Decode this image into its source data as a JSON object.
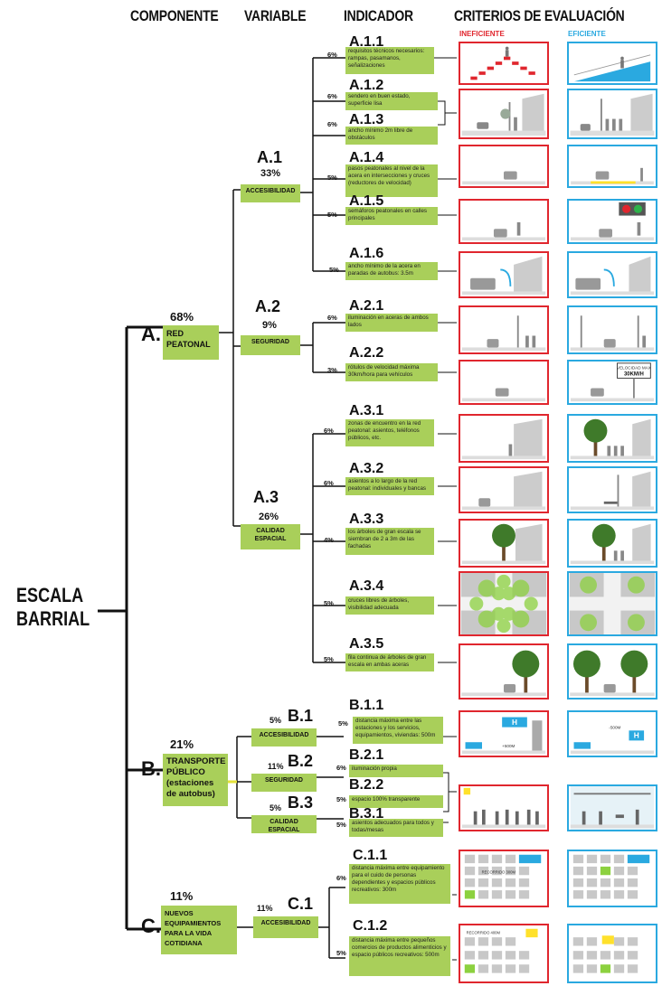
{
  "headers": {
    "componente": "COMPONENTE",
    "variable": "VARIABLE",
    "indicador": "INDICADOR",
    "criterios": "CRITERIOS DE EVALUACIÓN",
    "ineficiente": "INEFICIENTE",
    "eficiente": "EFICIENTE"
  },
  "root": {
    "line1": "ESCALA",
    "line2": "BARRIAL"
  },
  "colors": {
    "green": "#a9cf5a",
    "red": "#e0262e",
    "blue": "#2aa9e0"
  },
  "components": {
    "a": {
      "letter": "A.",
      "pct": "68%",
      "label1": "RED",
      "label2": "PEATONAL"
    },
    "b": {
      "letter": "B.",
      "pct": "21%",
      "label1": "TRANSPORTE",
      "label2": "PÚBLICO",
      "label3": "(estaciones",
      "label4": "de autobus)"
    },
    "c": {
      "letter": "C.",
      "pct": "11%",
      "label1": "NUEVOS",
      "label2": "EQUIPAMIENTOS",
      "label3": "PARA LA VIDA",
      "label4": "COTIDIANA"
    }
  },
  "variables": {
    "a1": {
      "code": "A.1",
      "pct": "33%",
      "label": "ACCESIBILIDAD"
    },
    "a2": {
      "code": "A.2",
      "pct": "9%",
      "label": "SEGURIDAD"
    },
    "a3": {
      "code": "A.3",
      "pct": "26%",
      "label1": "CALIDAD",
      "label2": "ESPACIAL"
    },
    "b1": {
      "code": "B.1",
      "pct": "5%",
      "label": "ACCESIBILIDAD"
    },
    "b2": {
      "code": "B.2",
      "pct": "11%",
      "label": "SEGURIDAD"
    },
    "b3": {
      "code": "B.3",
      "pct": "5%",
      "label": "CALIDAD ESPACIAL"
    },
    "c1": {
      "code": "C.1",
      "pct": "11%",
      "label": "ACCESIBILIDAD"
    }
  },
  "indicators": {
    "a11": {
      "code": "A.1.1",
      "pct": "6%",
      "text": "requisitos técnicos necesarios: rampas, pasamanos, señalizaciones"
    },
    "a12": {
      "code": "A.1.2",
      "pct": "6%",
      "text": "sendero en buen estado, superficie lisa"
    },
    "a13": {
      "code": "A.1.3",
      "pct": "6%",
      "text": "ancho mínimo 2m libre de obstáculos"
    },
    "a14": {
      "code": "A.1.4",
      "pct": "5%",
      "text": "pasos peatonales al nivel de la acera en intersecciones y cruces (reductores de velocidad)"
    },
    "a15": {
      "code": "A.1.5",
      "pct": "5%",
      "text": "semáforos peatonales en calles principales"
    },
    "a16": {
      "code": "A.1.6",
      "pct": "5%",
      "text": "ancho mínimo de la acera en paradas de autobus: 3.5m"
    },
    "a21": {
      "code": "A.2.1",
      "pct": "6%",
      "text": "iluminación en aceras de ambos lados"
    },
    "a22": {
      "code": "A.2.2",
      "pct": "3%",
      "text": "rótulos de velocidad máxima 30km/hora para vehículos"
    },
    "a31": {
      "code": "A.3.1",
      "pct": "6%",
      "text": "zonas de encuentro en la red peatonal: asientos, teléfonos públicos, etc."
    },
    "a32": {
      "code": "A.3.2",
      "pct": "6%",
      "text": "asientos a lo largo de la red peatonal: individuales y bancas"
    },
    "a33": {
      "code": "A.3.3",
      "pct": "4%",
      "text": "los árboles de gran escala se siembran de 2 a 3m de las fachadas"
    },
    "a34": {
      "code": "A.3.4",
      "pct": "5%",
      "text": "cruces libres de árboles, visibilidad adecuada"
    },
    "a35": {
      "code": "A.3.5",
      "pct": "5%",
      "text": "fila continua de árboles de gran escala en ambas aceras"
    },
    "b11": {
      "code": "B.1.1",
      "pct": "5%",
      "text": "distancia máxima entre las estaciones y los servicios, equipamientos, viviendas: 500m"
    },
    "b21": {
      "code": "B.2.1",
      "pct": "6%",
      "text": "iluminación propia"
    },
    "b22": {
      "code": "B.2.2",
      "pct": "5%",
      "text": "espacio 100% transparente"
    },
    "b31": {
      "code": "B.3.1",
      "pct": "5%",
      "text": "asientos adecuados para todos y todas/mesas"
    },
    "c11": {
      "code": "C.1.1",
      "pct": "6%",
      "text": "distancia máxima entre equipamiento para el cuido de personas dependientes y espacios públicos recreativos: 300m"
    },
    "c12": {
      "code": "C.1.2",
      "pct": "5%",
      "text": "distancia máxima entre pequeños comercios de productos alimenticios y espacio públicos recreativos: 500m"
    }
  },
  "panel_labels": {
    "speed_sign1": "VELOCIDAD MAX",
    "speed_sign2": "30KM/H",
    "bus_h": "H",
    "dist_500_plus": "+500M",
    "dist_500_minus": "-500M",
    "recorrido_300": "RECORRIDO 300M",
    "recorrido_400": "RECORRIDO 400M"
  }
}
